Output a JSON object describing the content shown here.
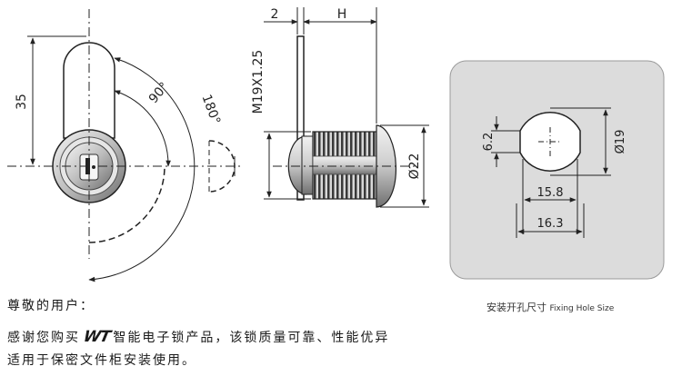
{
  "dimensions": {
    "height_35": "35",
    "angle_90": "90°",
    "angle_180": "180°",
    "thickness_2": "2",
    "length_h": "H",
    "thread": "M19X1.25",
    "diameter_22": "Ø22",
    "hole_6_2": "6.2",
    "hole_15_8": "15.8",
    "hole_16_3": "16.3",
    "hole_dia_19": "Ø19"
  },
  "caption": {
    "zh": "安装开孔尺寸",
    "en": "Fixing Hole Size"
  },
  "text": {
    "greeting": "尊敬的用户：",
    "line1_before": "感谢您购买",
    "brand": "WT",
    "line1_after": "智能电子锁产品，该锁质量可靠、性能优异",
    "line2": "适用于保密文件柜安装使用。"
  }
}
